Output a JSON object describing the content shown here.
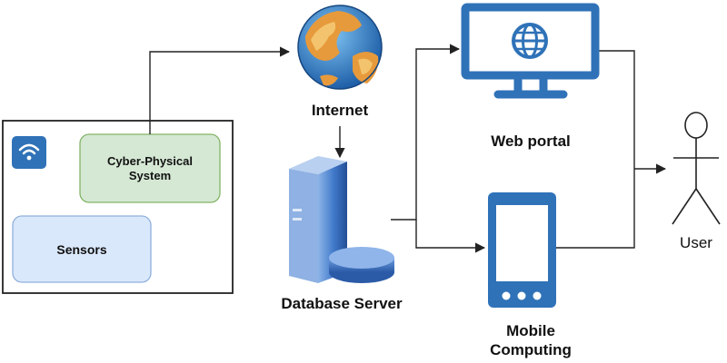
{
  "nodes": {
    "cyber_physical": "Cyber-Physical\nSystem",
    "sensors": "Sensors",
    "internet": "Internet",
    "database_server": "Database Server",
    "web_portal": "Web portal",
    "mobile_computing": "Mobile\nComputing",
    "user": "User"
  },
  "icons": {
    "wifi": "wifi-icon",
    "internet": "globe-icon",
    "server": "server-icon",
    "web_portal": "monitor-icon",
    "mobile": "smartphone-icon",
    "user": "stick-figure-icon"
  },
  "colors": {
    "accent_blue": "#2f72b8",
    "cps_fill": "#d5e8d4",
    "cps_stroke": "#82b366",
    "sensors_fill": "#dae8fc",
    "sensors_stroke": "#8fb0dc",
    "arrow": "#222222"
  }
}
